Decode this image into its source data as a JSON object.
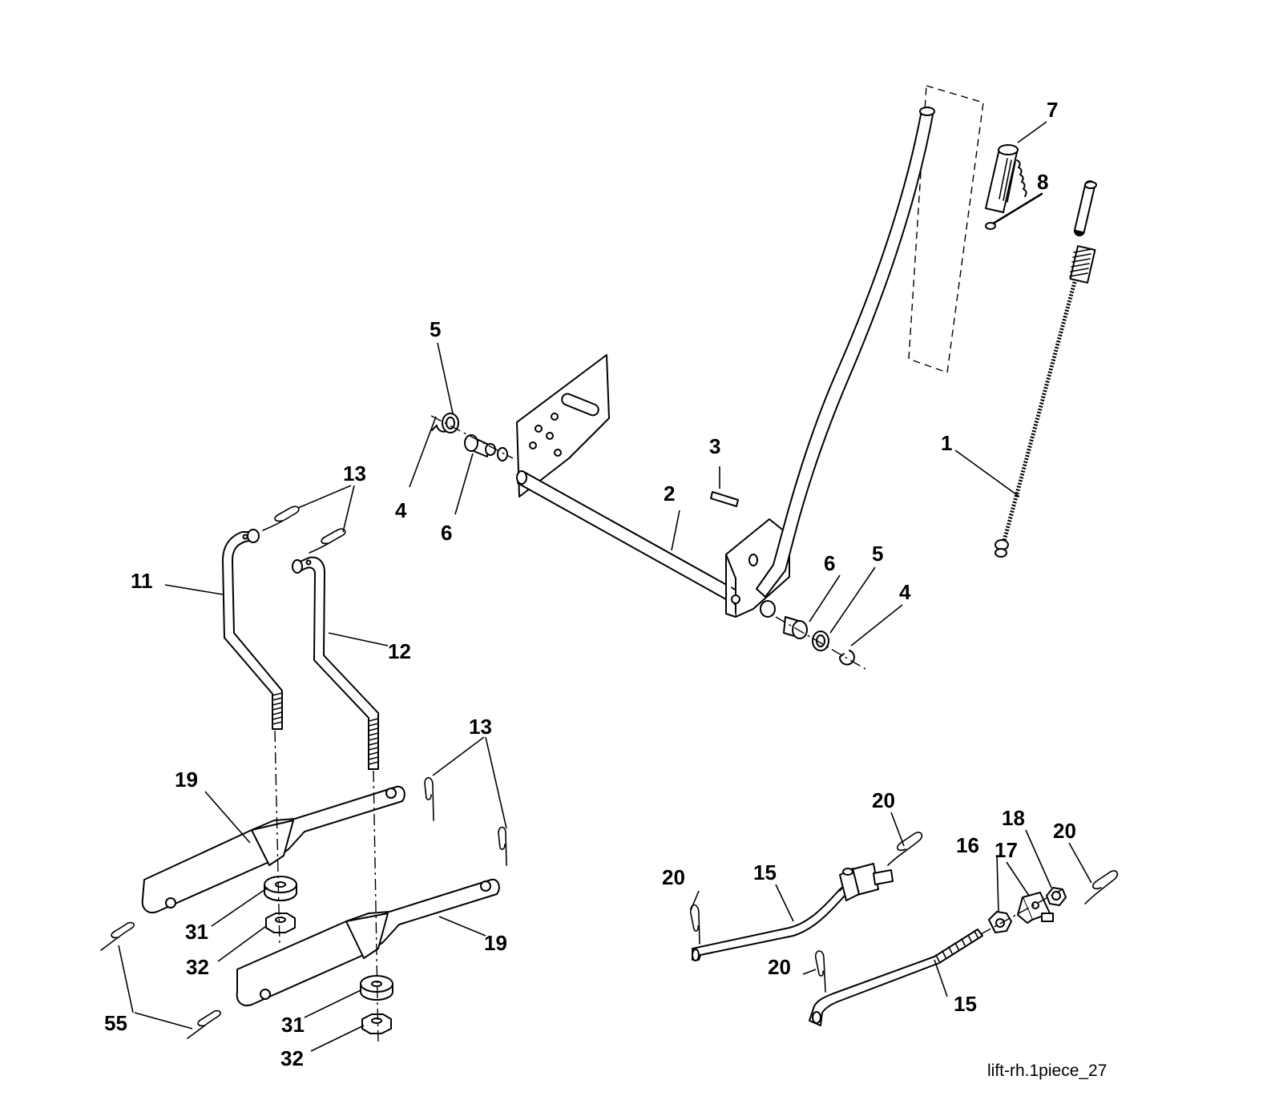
{
  "caption": "lift-rh.1piece_27",
  "callouts": {
    "c1": "1",
    "c2": "2",
    "c3": "3",
    "c4a": "4",
    "c4b": "4",
    "c5a": "5",
    "c5b": "5",
    "c6a": "6",
    "c6b": "6",
    "c7": "7",
    "c8": "8",
    "c11": "11",
    "c12": "12",
    "c13a": "13",
    "c13b": "13",
    "c15a": "15",
    "c15b": "15",
    "c16": "16",
    "c17": "17",
    "c18": "18",
    "c19a": "19",
    "c19b": "19",
    "c20a": "20",
    "c20b": "20",
    "c20c": "20",
    "c20d": "20",
    "c31a": "31",
    "c31b": "31",
    "c32a": "32",
    "c32b": "32",
    "c55": "55"
  }
}
